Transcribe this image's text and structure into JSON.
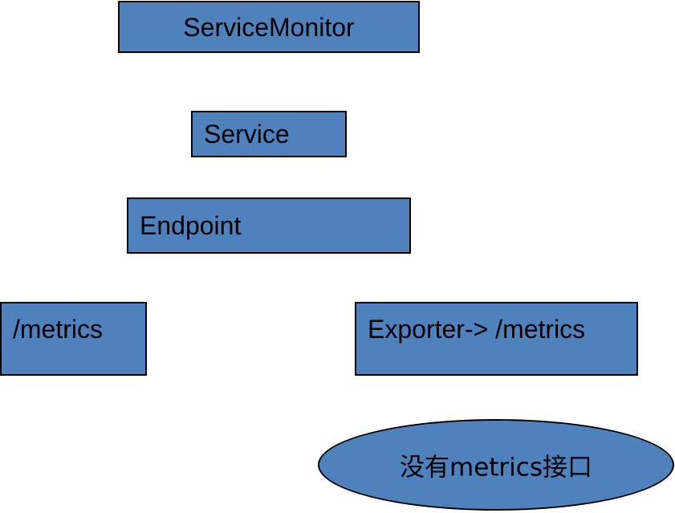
{
  "nodes": {
    "service_monitor": "ServiceMonitor",
    "service": "Service",
    "endpoint": "Endpoint",
    "metrics": "/metrics",
    "exporter": "Exporter-> /metrics",
    "no_metrics": "没有metrics接口"
  },
  "colors": {
    "node_fill": "#4f81bd",
    "node_border": "#000000",
    "arrow": "#ffffff",
    "text": "#000000"
  }
}
